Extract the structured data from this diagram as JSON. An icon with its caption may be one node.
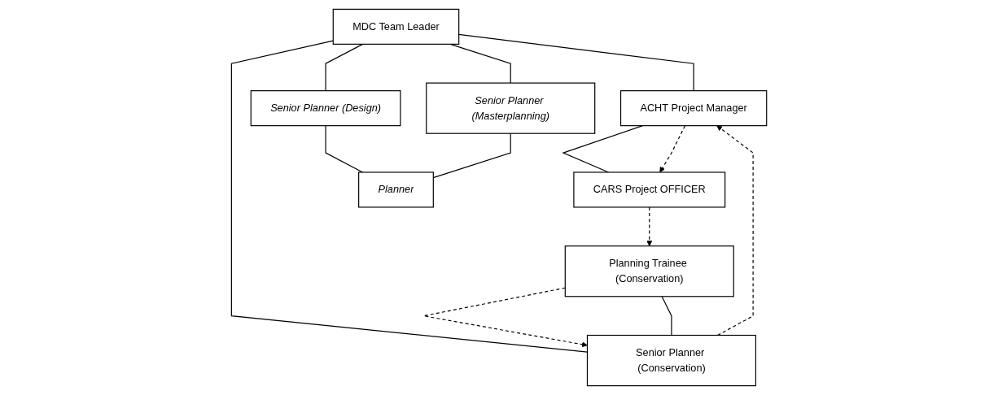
{
  "diagram": {
    "nodes": [
      {
        "text": [
          "MDC Team Leader"
        ]
      },
      {
        "text": [
          "ACHT Project Manager"
        ]
      },
      {
        "text": [
          "Senior Planner (Conservation)"
        ]
      },
      {
        "text": [
          "Senior Planner (Design)"
        ]
      },
      {
        "text": [
          "Senior Planner (Masterplanning)"
        ]
      },
      {
        "text": [
          "CARS Project OFFICER"
        ]
      },
      {
        "text": [
          "Planning Trainee (Conservation)"
        ]
      },
      {
        "text": [
          "Planner"
        ]
      }
    ],
    "edges": [
      {
        "from": 0,
        "to": 1,
        "arrow": "none"
      },
      {
        "from": 0,
        "to": 2,
        "arrow": "none"
      },
      {
        "from": 0,
        "to": 3,
        "arrow": "none"
      },
      {
        "from": 0,
        "to": 4,
        "arrow": "none"
      },
      {
        "from": 1,
        "to": 5,
        "arrow": "none"
      },
      {
        "from": 2,
        "to": 6,
        "arrow": "none"
      },
      {
        "from": 3,
        "to": 7,
        "arrow": "none"
      },
      {
        "from": 4,
        "to": 7,
        "arrow": "none"
      },
      {
        "from": 2,
        "to": 1,
        "arrow": "to",
        "style": "dashed"
      },
      {
        "from": 1,
        "to": 5,
        "arrow": "to",
        "style": "dashed"
      },
      {
        "from": 5,
        "to": 6,
        "arrow": "to",
        "style": "dashed"
      },
      {
        "from": 6,
        "to": 2,
        "arrow": "to",
        "style": "dashed"
      }
    ]
  }
}
